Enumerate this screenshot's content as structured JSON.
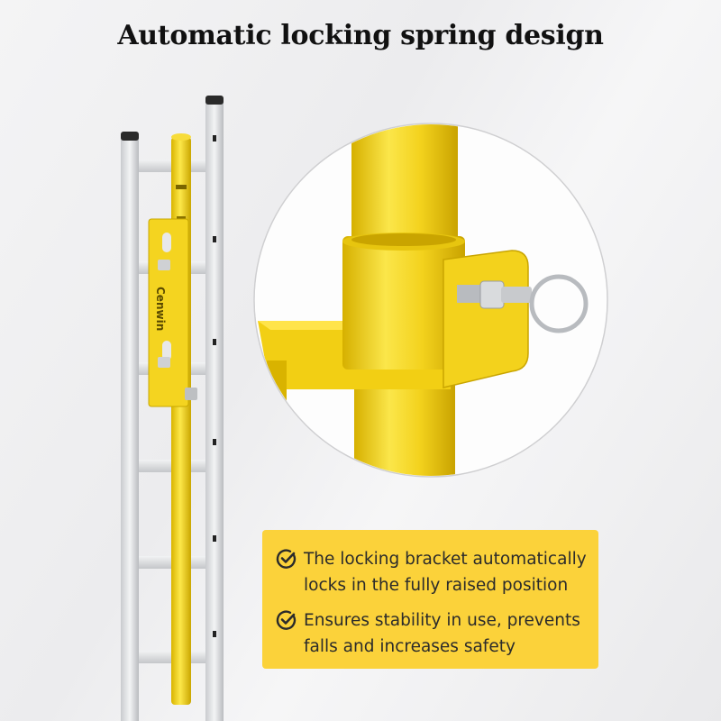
{
  "title": "Automatic locking spring design",
  "brand": "Cenwin",
  "callout": {
    "items": [
      {
        "icon": "check-circle-icon",
        "text": "The locking bracket automatically locks in the fully raised position"
      },
      {
        "icon": "check-circle-icon",
        "text": "Ensures stability in use, prevents falls and increases safety"
      }
    ]
  },
  "colors": {
    "accent_yellow": "#fbd23a",
    "pole_yellow": "#f2d21a",
    "ladder_silver": "#d9dbde"
  }
}
